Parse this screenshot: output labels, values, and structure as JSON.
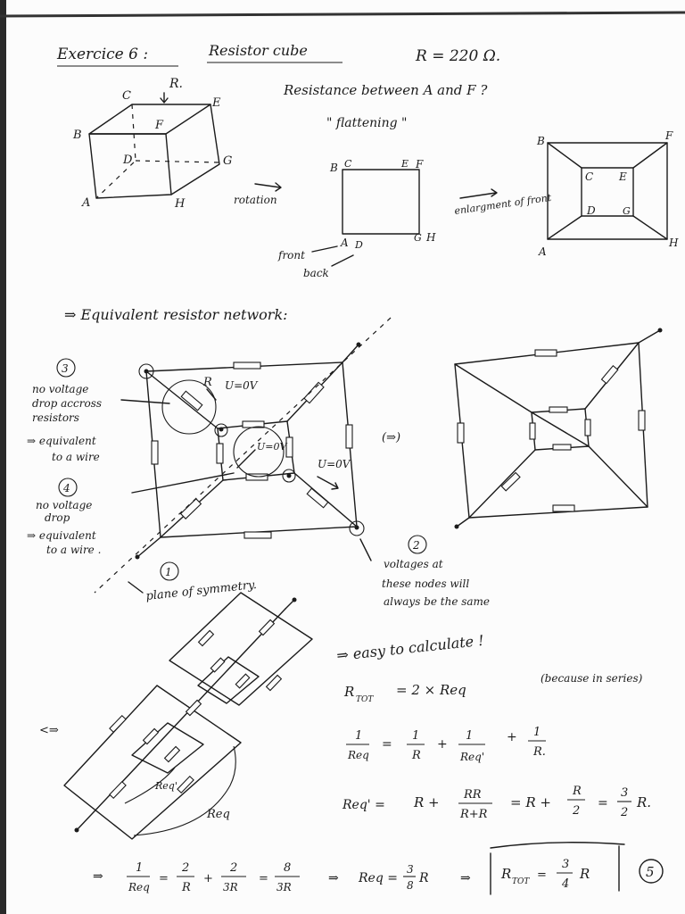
{
  "title": "Exercice 6 :",
  "subtitle": "Resistor cube",
  "given": "R = 220 Ω.",
  "question": "Resistance between A and F ?",
  "flattening": "\" flattening \"",
  "rotation": "rotation",
  "enlargement": "enlargment of front",
  "front": "front",
  "back": "back",
  "cube_labels": {
    "A": "A",
    "B": "B",
    "C": "C",
    "D": "D",
    "E": "E",
    "F": "F",
    "G": "G",
    "H": "H",
    "R": "R."
  },
  "mid_labels": {
    "B": "B",
    "C": "C",
    "E": "E",
    "F": "F",
    "A": "A",
    "D": "D",
    "G": "G",
    "H": "H"
  },
  "right_labels": {
    "B": "B",
    "F": "F",
    "C": "C",
    "E": "E",
    "D": "D",
    "G": "G",
    "A": "A",
    "H": "H"
  },
  "equivalent_network": "⇒ Equivalent resistor network:",
  "note3": {
    "num": "3",
    "l1": "no voltage",
    "l2": "drop accross",
    "l3": "resistors",
    "l4": "⇒ equivalent",
    "l5": "to a wire"
  },
  "note4": {
    "num": "4",
    "l1": "no voltage",
    "l2": "drop",
    "l3": "⇒ equivalent",
    "l4": "to a wire ."
  },
  "note2": {
    "num": "2",
    "l1": "voltages at",
    "l2": "these nodes will",
    "l3": "always be the same"
  },
  "note1": {
    "num": "1",
    "text": "plane of symmetry."
  },
  "u_labels": {
    "r": "R",
    "u1": "U=0V",
    "u2": "U=0V",
    "u3": "U=0V"
  },
  "equiv_sign": "(⇒)",
  "equiv_sign2": "<⇒",
  "req_prime_label": "Req'",
  "req_label": "Req",
  "easy": "⇒ easy to calculate !",
  "eq1": {
    "lhs": "R",
    "lhs_sub": "TOT",
    "rhs": "= 2 × Req",
    "note": "(because in series)"
  },
  "eq2": {
    "lhs_num": "1",
    "lhs_den": "Req",
    "t1_num": "1",
    "t1_den": "R",
    "t2_num": "1",
    "t2_den": "Req'",
    "t3_num": "1",
    "t3_den": "R."
  },
  "eq3": {
    "lhs": "Req' =",
    "rhs1": "R +",
    "f1_num": "RR",
    "f1_den": "R+R",
    "rhs2": "= R +",
    "f2_num": "R",
    "f2_den": "2",
    "eq": "=",
    "f3_num": "3",
    "f3_den": "2",
    "tail": "R."
  },
  "eq4": {
    "arrow": "⇒",
    "l_num": "1",
    "l_den": "Req",
    "a_num": "2",
    "a_den": "R",
    "b_num": "2",
    "b_den": "3R",
    "c_num": "8",
    "c_den": "3R",
    "arrow2": "⇒",
    "req": "Req =",
    "r_num": "3",
    "r_den": "8",
    "r_tail": "R",
    "arrow3": "⇒",
    "final": "R",
    "final_sub": "TOT",
    "final_eq": "=",
    "final_num": "3",
    "final_den": "4",
    "final_tail": "R",
    "circled": "5"
  }
}
